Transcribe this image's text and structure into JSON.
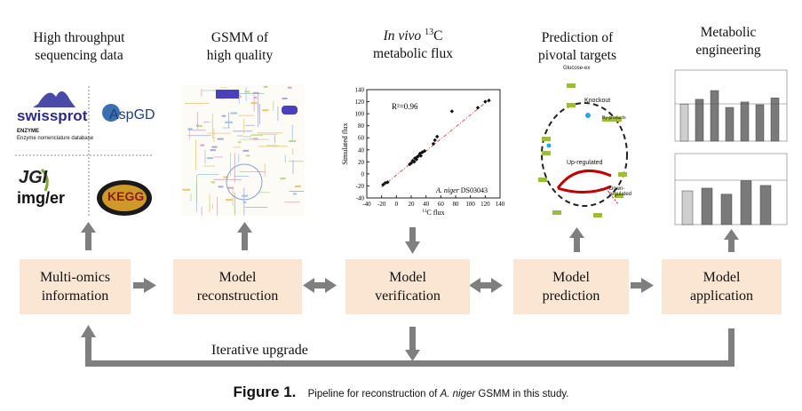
{
  "headings": [
    {
      "lines": [
        "High throughput",
        "sequencing data"
      ]
    },
    {
      "lines": [
        "GSMM of",
        "high quality"
      ]
    },
    {
      "line1_italic": "In vivo",
      "line1_sup": "13",
      "line1_rest": "C",
      "line2": "metabolic flux"
    },
    {
      "lines": [
        "Prediction of",
        "pivotal targets"
      ]
    },
    {
      "lines": [
        "Metabolic",
        "engineering"
      ]
    }
  ],
  "boxes": [
    {
      "lines": [
        "Multi-omics",
        "information"
      ]
    },
    {
      "lines": [
        "Model",
        "reconstruction"
      ]
    },
    {
      "lines": [
        "Model",
        "verification"
      ]
    },
    {
      "lines": [
        "Model",
        "prediction"
      ]
    },
    {
      "lines": [
        "Model",
        "application"
      ]
    }
  ],
  "iterative_label": "Iterative upgrade",
  "logos": {
    "swissprot": "swissprot",
    "aspgd": "AspGD",
    "enzyme_title": "ENZYME",
    "enzyme_sub": "Enzyme nomenclature database",
    "jgi": "JGI",
    "imger": "img/er",
    "kegg": "KEGG"
  },
  "colors": {
    "box_fill": "#fbe6d3",
    "arrow": "#7f7f7f",
    "fit_line": "#d9534f",
    "upregulated": "#c00000"
  },
  "chart_data": {
    "type": "scatter",
    "annotation_r2": "R²=0.96",
    "annotation_strain_italic": "A. niger",
    "annotation_strain_rest": "DS03043",
    "ylabel": "Simulated flux",
    "xlabel_sup": "13",
    "xlabel_rest": "C flux",
    "xlim": [
      -40,
      140
    ],
    "ylim": [
      -40,
      140
    ],
    "xticks": [
      -40,
      -20,
      0,
      20,
      40,
      60,
      80,
      100,
      120,
      140
    ],
    "yticks": [
      -40,
      -20,
      0,
      20,
      40,
      60,
      80,
      100,
      120,
      140
    ],
    "points": [
      [
        -18,
        -18
      ],
      [
        -15,
        -15
      ],
      [
        -12,
        -14
      ],
      [
        18,
        16
      ],
      [
        20,
        18
      ],
      [
        22,
        22
      ],
      [
        24,
        20
      ],
      [
        25,
        26
      ],
      [
        27,
        24
      ],
      [
        28,
        28
      ],
      [
        30,
        30
      ],
      [
        32,
        34
      ],
      [
        33,
        30
      ],
      [
        35,
        36
      ],
      [
        38,
        38
      ],
      [
        50,
        50
      ],
      [
        52,
        56
      ],
      [
        55,
        62
      ],
      [
        75,
        104
      ],
      [
        120,
        120
      ],
      [
        125,
        122
      ],
      [
        110,
        110
      ]
    ],
    "fit": [
      [
        -20,
        -22
      ],
      [
        128,
        126
      ]
    ]
  },
  "prediction_diagram": {
    "top_label": "Glucose-ex",
    "knockout": "Knockout",
    "byproduct": "By-products",
    "upregulated": "Up-regulated",
    "downregulated": "Down-regulated"
  },
  "caption": {
    "figure": "Figure 1.",
    "text_before": "Pipeline for reconstruction of",
    "italic": "A. niger",
    "text_after": "GSMM in this study."
  }
}
